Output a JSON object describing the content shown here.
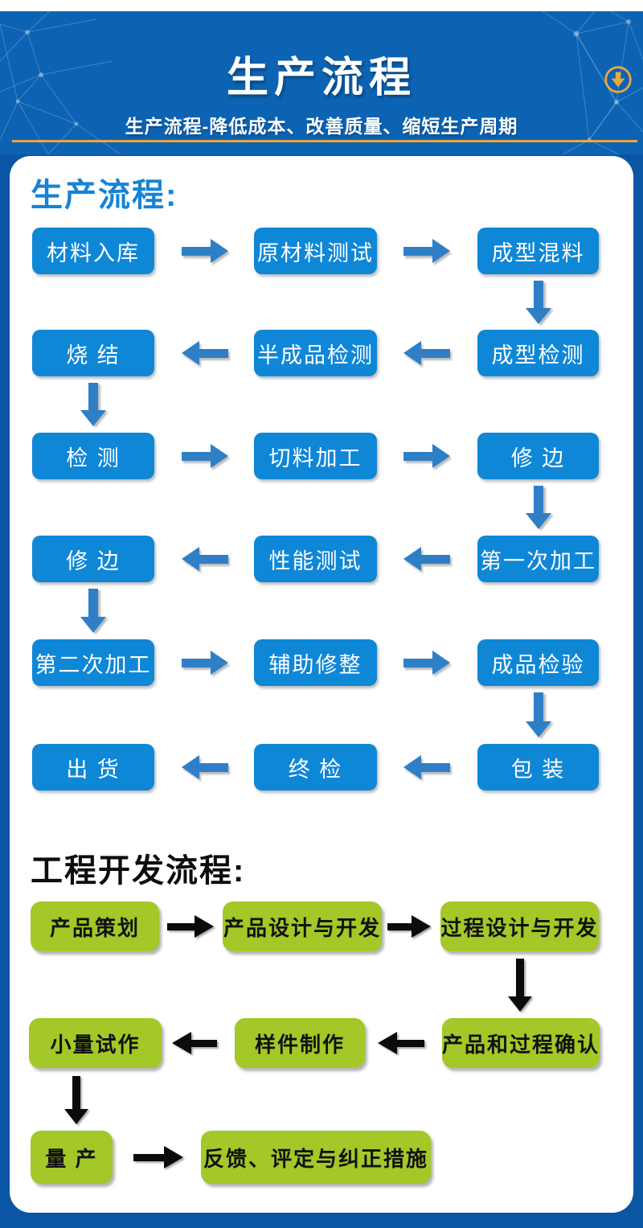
{
  "header": {
    "title": "生产流程",
    "subtitle": "生产流程-降低成本、改善质量、缩短生产周期",
    "download_icon": "circle-down-arrow-icon"
  },
  "production_flow": {
    "heading": "生产流程:",
    "rows": [
      {
        "direction": "right",
        "boxes": [
          "材料入库",
          "原材料测试",
          "成型混料"
        ]
      },
      {
        "direction": "left",
        "boxes": [
          "烧 结",
          "半成品检测",
          "成型检测"
        ]
      },
      {
        "direction": "right",
        "boxes": [
          "检 测",
          "切料加工",
          "修 边"
        ]
      },
      {
        "direction": "left",
        "boxes": [
          "修 边",
          "性能测试",
          "第一次加工"
        ]
      },
      {
        "direction": "right",
        "boxes": [
          "第二次加工",
          "辅助修整",
          "成品检验"
        ]
      },
      {
        "direction": "left",
        "boxes": [
          "出 货",
          "终 检",
          "包 装"
        ]
      }
    ]
  },
  "engineering_flow": {
    "heading": "工程开发流程:",
    "rows": [
      {
        "direction": "right",
        "boxes": [
          "产品策划",
          "产品设计与开发",
          "过程设计与开发"
        ]
      },
      {
        "direction": "left",
        "boxes": [
          "小量试作",
          "样件制作",
          "产品和过程确认"
        ]
      },
      {
        "direction": "right",
        "boxes": [
          "量 产",
          "反馈、评定与纠正措施"
        ]
      }
    ]
  },
  "colors": {
    "header_blue": "#0C63B4",
    "frame_blue": "#0B56A4",
    "heading_blue": "#1583D6",
    "flow_box_blue": "#0F87D7",
    "flow_arrow_blue": "#2E7FC6",
    "gold_accent": "#E9A63B",
    "eng_box_green": "#A3C827",
    "eng_arrow_black": "#0B0B0B"
  }
}
